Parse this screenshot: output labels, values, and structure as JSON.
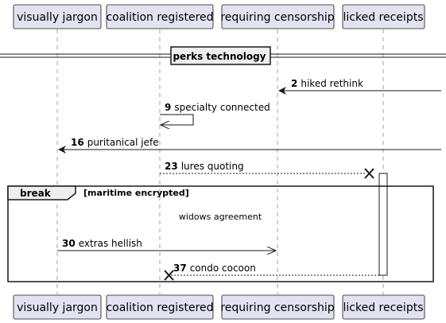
{
  "participants": [
    {
      "id": "p1",
      "label": "visually jargon"
    },
    {
      "id": "p2",
      "label": "coalition registered"
    },
    {
      "id": "p3",
      "label": "requiring censorship"
    },
    {
      "id": "p4",
      "label": "licked receipts"
    }
  ],
  "divider": {
    "label": "perks technology"
  },
  "messages": [
    {
      "num": "2",
      "text": "hiked rethink",
      "from": "right-edge",
      "to": "p3",
      "style": "solid",
      "head": "filled"
    },
    {
      "num": "9",
      "text": "specialty connected",
      "from": "p2",
      "to": "p2",
      "style": "solid",
      "head": "open",
      "self": true
    },
    {
      "num": "16",
      "text": "puritanical jefe",
      "from": "right-edge",
      "to": "p1",
      "style": "solid",
      "head": "filled"
    },
    {
      "num": "23",
      "text": "lures quoting",
      "from": "p2",
      "to": "p4",
      "style": "dashed",
      "head": "cross"
    },
    {
      "num": "30",
      "text": "extras hellish",
      "from": "p1",
      "to": "p3",
      "style": "solid",
      "head": "open"
    },
    {
      "num": "37",
      "text": "condo cocoon",
      "from": "p4",
      "to": "p2",
      "style": "dashed",
      "head": "cross"
    }
  ],
  "frame": {
    "kind": "break",
    "condition": "[maritime encrypted]",
    "note": "widows agreement"
  },
  "colors": {
    "participant_fill": "#e2e2f0",
    "participant_stroke": "#181818",
    "line": "#181818",
    "lifeline": "#a0a0a0",
    "divider_fill": "#eeeeee"
  }
}
